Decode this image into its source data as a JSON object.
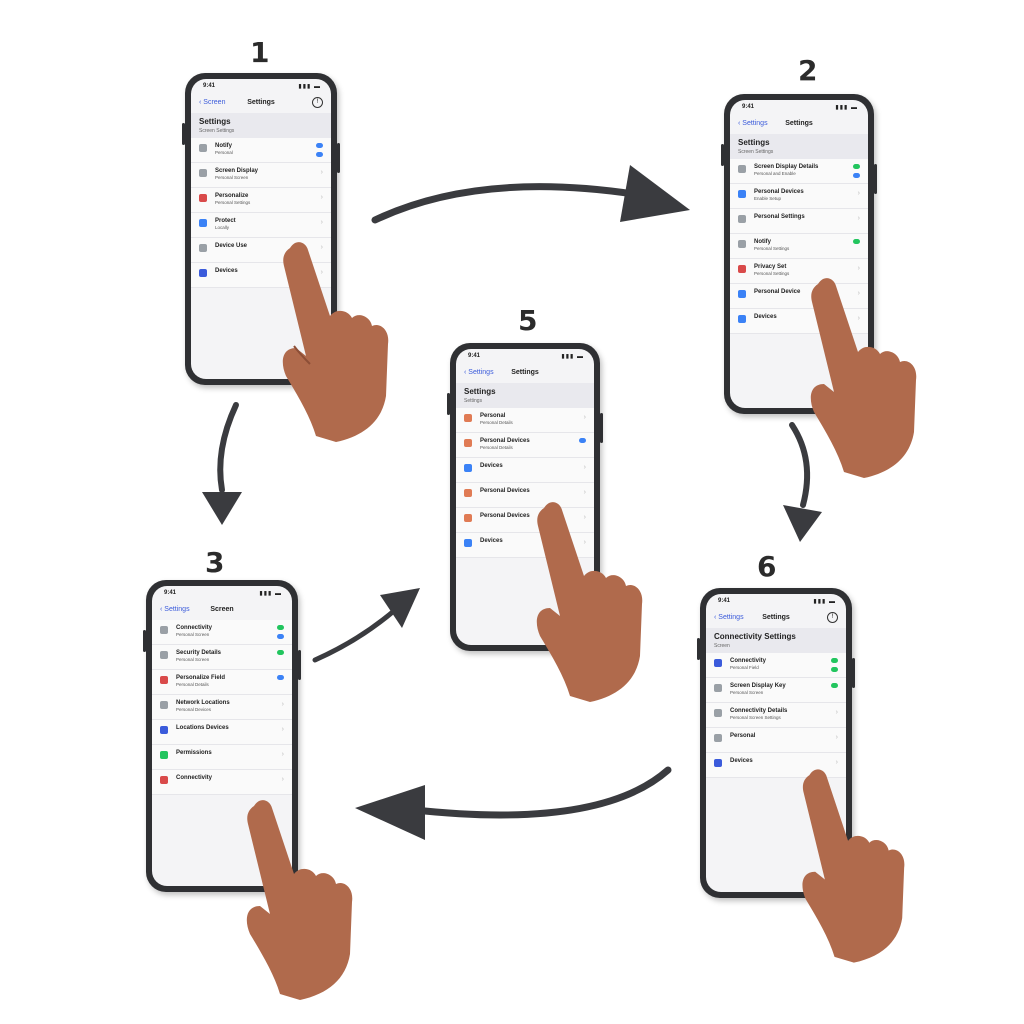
{
  "steps": [
    {
      "number": "1",
      "status_time": "9:41",
      "back": "Screen",
      "title": "Settings",
      "info_icon": true,
      "section": "Settings",
      "section_sub": "Screen Settings",
      "rows": [
        {
          "label": "Notify",
          "sub": "Personal",
          "icon_color": "#9aa0a6",
          "toggles": [
            "#3b82f6",
            "#3b82f6"
          ]
        },
        {
          "label": "Screen Display",
          "sub": "Personal Screen",
          "icon_color": "#9aa0a6",
          "toggles": []
        },
        {
          "label": "Personalize",
          "sub": "Personal Settings",
          "icon_color": "#d94a4a",
          "toggles": []
        },
        {
          "label": "Protect",
          "sub": "Locally",
          "icon_color": "#3b82f6",
          "toggles": []
        },
        {
          "label": "Device Use",
          "sub": "",
          "icon_color": "#9aa0a6",
          "toggles": []
        },
        {
          "label": "Devices",
          "sub": "",
          "icon_color": "#3b5bdb",
          "toggles": []
        }
      ]
    },
    {
      "number": "2",
      "status_time": "9:41",
      "back": "Settings",
      "title": "Settings",
      "info_icon": false,
      "section": "Settings",
      "section_sub": "Screen Settings",
      "rows": [
        {
          "label": "Screen Display Details",
          "sub": "Personal and Enable",
          "icon_color": "#9aa0a6",
          "toggles": [
            "#22c55e",
            "#3b82f6"
          ]
        },
        {
          "label": "Personal Devices",
          "sub": "Enable Setup",
          "icon_color": "#3b82f6",
          "toggles": []
        },
        {
          "label": "Personal Settings",
          "sub": "",
          "icon_color": "#9aa0a6",
          "toggles": []
        },
        {
          "label": "Notify",
          "sub": "Personal Settings",
          "icon_color": "#9aa0a6",
          "toggles": [
            "#22c55e"
          ]
        },
        {
          "label": "Privacy Set",
          "sub": "Personal Settings",
          "icon_color": "#d94a4a",
          "toggles": []
        },
        {
          "label": "Personal Device",
          "sub": "",
          "icon_color": "#3b82f6",
          "toggles": []
        },
        {
          "label": "Devices",
          "sub": "",
          "icon_color": "#3b82f6",
          "toggles": []
        }
      ]
    },
    {
      "number": "3",
      "status_time": "9:41",
      "back": "Settings",
      "title": "Screen",
      "info_icon": false,
      "section": "",
      "section_sub": "",
      "rows": [
        {
          "label": "Connectivity",
          "sub": "Personal Screen",
          "icon_color": "#9aa0a6",
          "toggles": [
            "#22c55e",
            "#3b82f6"
          ]
        },
        {
          "label": "Security Details",
          "sub": "Personal Screen",
          "icon_color": "#9aa0a6",
          "toggles": [
            "#22c55e"
          ]
        },
        {
          "label": "Personalize Field",
          "sub": "Personal Details",
          "icon_color": "#d94a4a",
          "toggles": [
            "#3b82f6"
          ]
        },
        {
          "label": "Network Locations",
          "sub": "Personal Devices",
          "icon_color": "#9aa0a6",
          "toggles": []
        },
        {
          "label": "Locations Devices",
          "sub": "",
          "icon_color": "#3b5bdb",
          "toggles": []
        },
        {
          "label": "Permissions",
          "sub": "",
          "icon_color": "#22c55e",
          "toggles": []
        },
        {
          "label": "Connectivity",
          "sub": "",
          "icon_color": "#d94a4a",
          "toggles": []
        }
      ]
    },
    {
      "number": "5",
      "status_time": "9:41",
      "back": "Settings",
      "title": "Settings",
      "info_icon": false,
      "section": "Settings",
      "section_sub": "Settings",
      "rows": [
        {
          "label": "Personal",
          "sub": "Personal Details",
          "icon_color": "#e07b54",
          "toggles": []
        },
        {
          "label": "Personal Devices",
          "sub": "Personal Details",
          "icon_color": "#e07b54",
          "toggles": [
            "#3b82f6"
          ]
        },
        {
          "label": "Devices",
          "sub": "",
          "icon_color": "#3b82f6",
          "toggles": []
        },
        {
          "label": "Personal Devices",
          "sub": "",
          "icon_color": "#e07b54",
          "toggles": []
        },
        {
          "label": "Personal Devices",
          "sub": "",
          "icon_color": "#e07b54",
          "toggles": []
        },
        {
          "label": "Devices",
          "sub": "",
          "icon_color": "#3b82f6",
          "toggles": []
        }
      ]
    },
    {
      "number": "6",
      "status_time": "9:41",
      "back": "Settings",
      "title": "Settings",
      "info_icon": true,
      "section": "Connectivity Settings",
      "section_sub": "Screen",
      "rows": [
        {
          "label": "Connectivity",
          "sub": "Personal Field",
          "icon_color": "#3b5bdb",
          "toggles": [
            "#22c55e",
            "#22c55e"
          ]
        },
        {
          "label": "Screen Display Key",
          "sub": "Personal Screen",
          "icon_color": "#9aa0a6",
          "toggles": [
            "#22c55e"
          ]
        },
        {
          "label": "Connectivity Details",
          "sub": "Personal Screen Settings",
          "icon_color": "#9aa0a6",
          "toggles": []
        },
        {
          "label": "Personal",
          "sub": "",
          "icon_color": "#9aa0a6",
          "toggles": []
        },
        {
          "label": "Devices",
          "sub": "",
          "icon_color": "#3b5bdb",
          "toggles": []
        }
      ]
    }
  ],
  "colors": {
    "accent_blue": "#3b82f6",
    "toggle_green": "#22c55e",
    "arrow": "#3a3b3f",
    "skin": "#b06a4c",
    "skin_shadow": "#8d4f37"
  },
  "icons": [
    "tap-hand-icon",
    "curved-arrow-icon",
    "info-icon",
    "back-chevron-icon"
  ]
}
